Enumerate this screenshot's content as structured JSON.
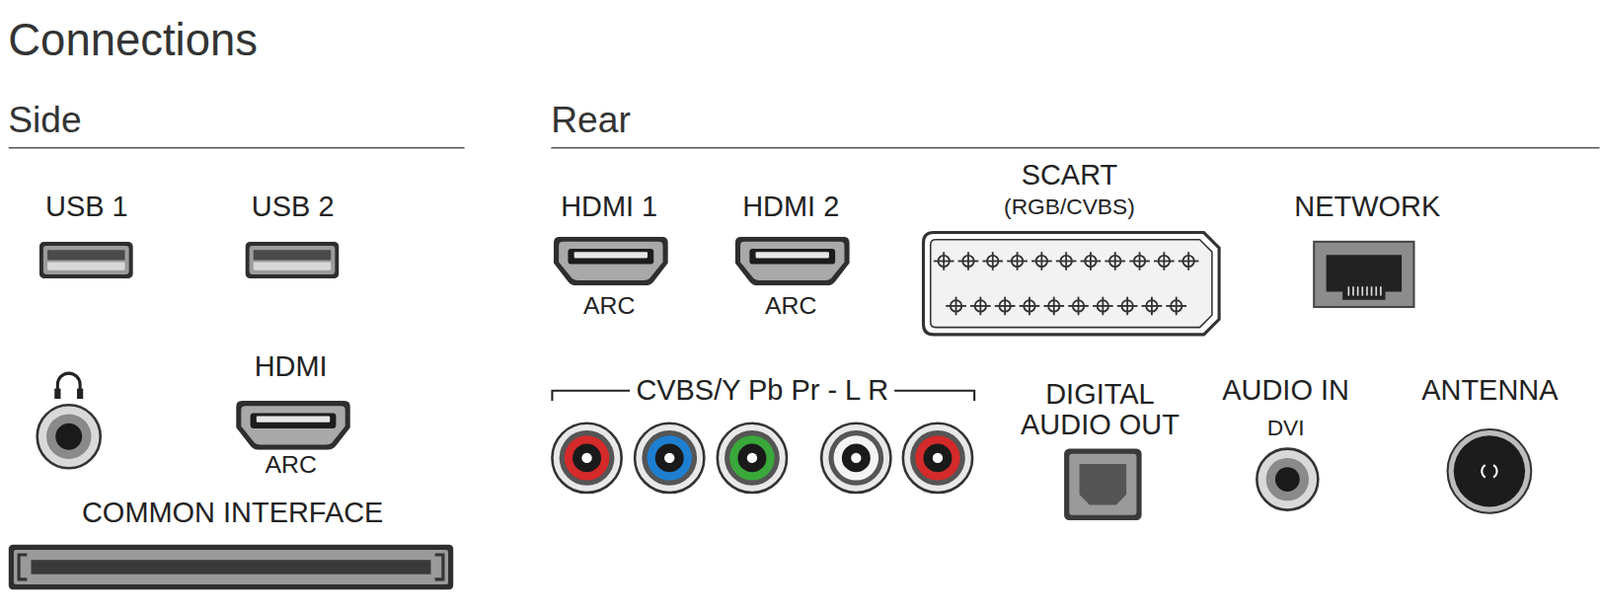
{
  "diagram": {
    "title": "Connections",
    "labels": [
      "Side",
      "Rear",
      "USB 1",
      "USB 2",
      "HDMI",
      "ARC",
      "COMMON INTERFACE",
      "HDMI 1",
      "ARC",
      "HDMI 2",
      "ARC",
      "SCART",
      "(RGB/CVBS)",
      "NETWORK",
      "CVBS/Y Pb Pr - L R",
      "DIGITAL AUDIO OUT",
      "AUDIO IN",
      "DVI",
      "ANTENNA"
    ]
  }
}
